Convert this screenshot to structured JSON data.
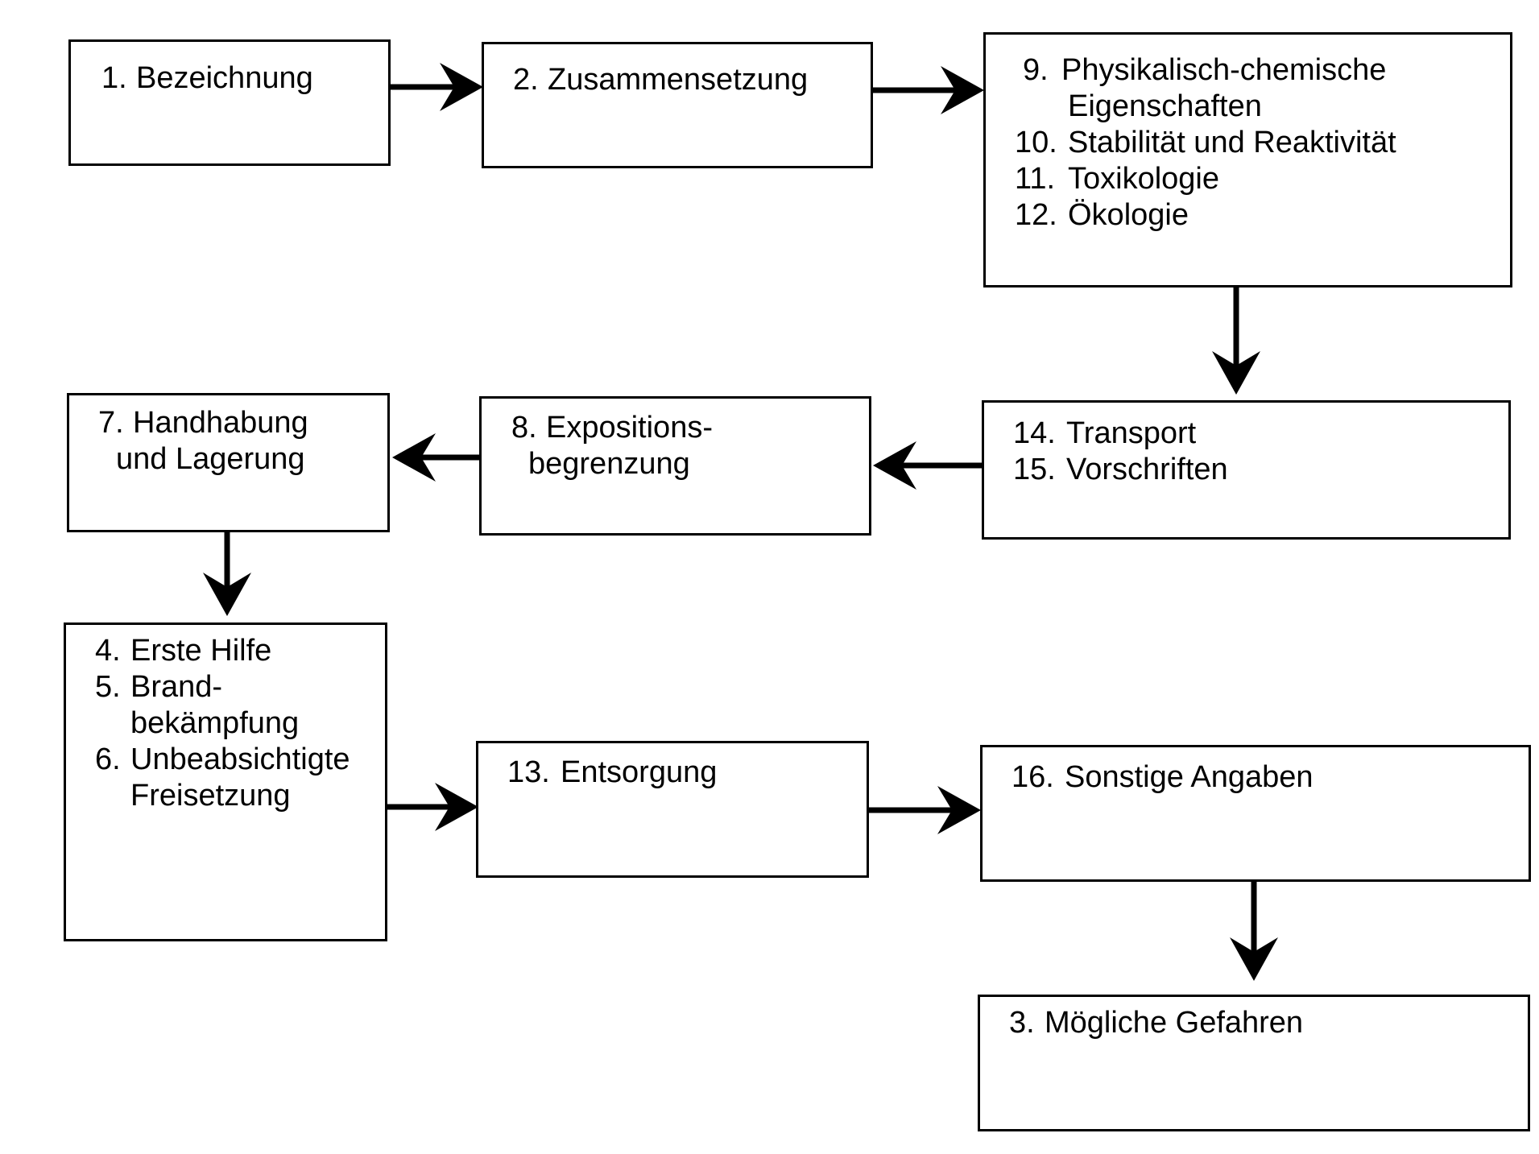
{
  "boxes": {
    "b1": {
      "lines": [
        {
          "num": "1.",
          "text": "Bezeichnung"
        }
      ]
    },
    "b2": {
      "lines": [
        {
          "num": "2.",
          "text": "Zusammensetzung"
        }
      ]
    },
    "b9": {
      "lines": [
        {
          "num": "9.",
          "text": "Physikalisch-chemische"
        },
        {
          "num": "",
          "text": "Eigenschaften"
        },
        {
          "num": "10.",
          "text": "Stabilität und Reaktivität"
        },
        {
          "num": "11.",
          "text": "Toxikologie"
        },
        {
          "num": "12.",
          "text": "Ökologie"
        }
      ]
    },
    "b14": {
      "lines": [
        {
          "num": "14.",
          "text": "Transport"
        },
        {
          "num": "15.",
          "text": "Vorschriften"
        }
      ]
    },
    "b8": {
      "lines": [
        {
          "num": "8.",
          "text": "Expositions-"
        },
        {
          "num": "",
          "text": "begrenzung"
        }
      ]
    },
    "b7": {
      "lines": [
        {
          "num": "7.",
          "text": "Handhabung"
        },
        {
          "num": "",
          "text": "und Lagerung"
        }
      ]
    },
    "b4": {
      "lines": [
        {
          "num": "4.",
          "text": "Erste Hilfe"
        },
        {
          "num": "5.",
          "text": "Brand-"
        },
        {
          "num": "",
          "text": "bekämpfung"
        },
        {
          "num": "6.",
          "text": "Unbeabsichtigte"
        },
        {
          "num": "",
          "text": "Freisetzung"
        }
      ]
    },
    "b13": {
      "lines": [
        {
          "num": "13.",
          "text": "Entsorgung"
        }
      ]
    },
    "b16": {
      "lines": [
        {
          "num": "16.",
          "text": "Sonstige Angaben"
        }
      ]
    },
    "b3": {
      "lines": [
        {
          "num": "3.",
          "text": "Mögliche Gefahren"
        }
      ]
    }
  }
}
